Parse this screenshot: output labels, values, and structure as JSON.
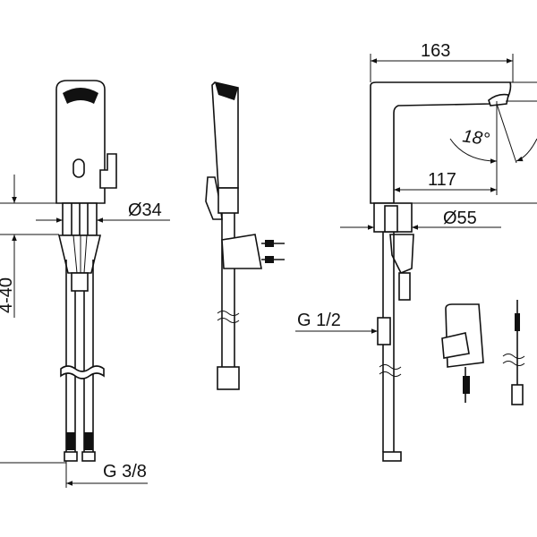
{
  "drawing": {
    "dimensions": {
      "width_total": "163",
      "spout_reach": "117",
      "angle": "18°",
      "base_diameter_right": "Ø55",
      "shank_diameter_left": "Ø34",
      "counter_thickness": "4-40",
      "hose_connection": "G 3/8",
      "supply_connection": "G 1/2"
    }
  }
}
